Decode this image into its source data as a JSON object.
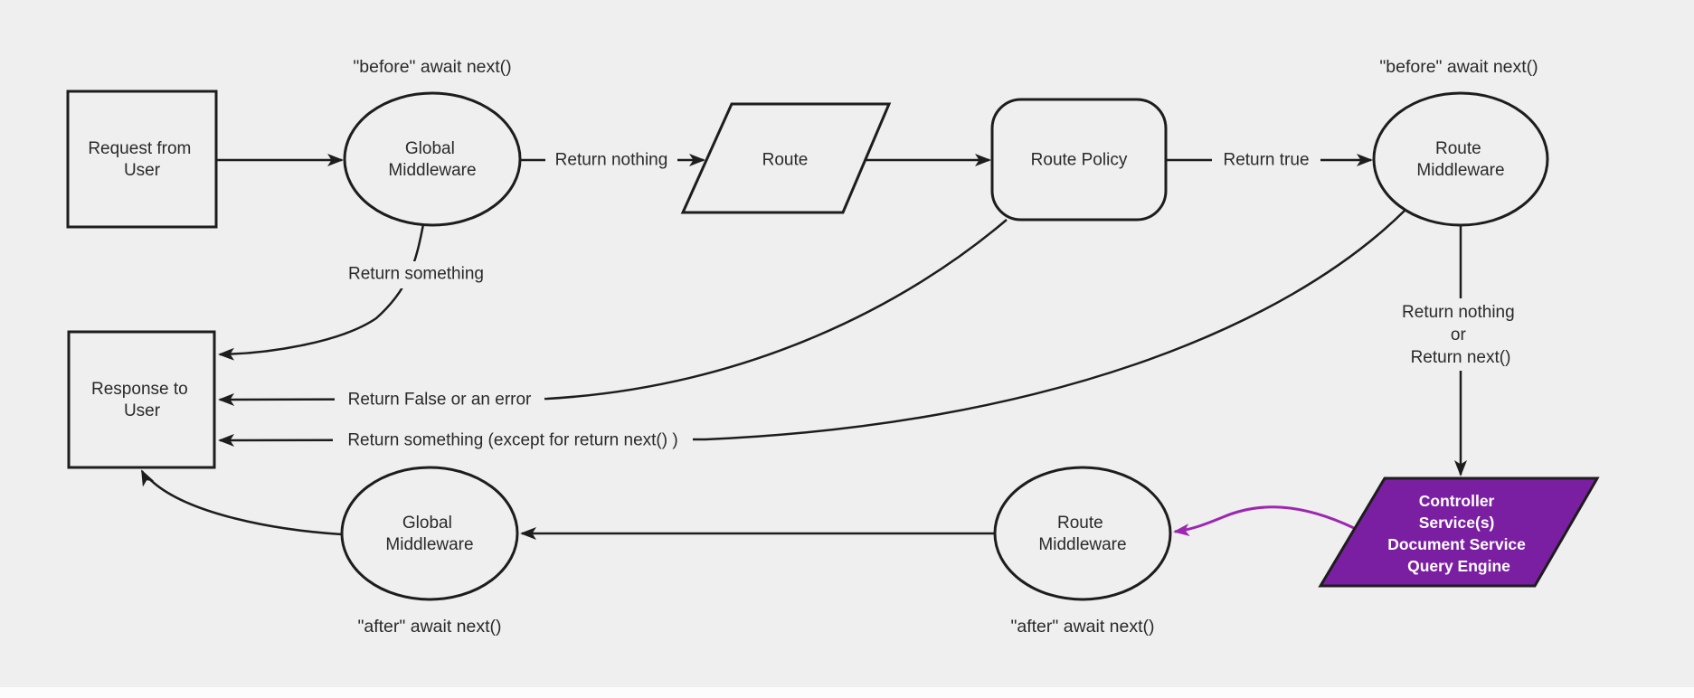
{
  "diagram_title": "Request middleware lifecycle flowchart",
  "colors": {
    "bg": "#efefef",
    "stroke": "#1d1d1d",
    "text": "#2a2a2a",
    "purple-fill": "#7b1fa2",
    "purple-arrow": "#9c27b0",
    "text-light": "#ffffff"
  },
  "nodes": {
    "request": {
      "line1": "Request from",
      "line2": "User"
    },
    "global_middleware_top": {
      "line1": "Global",
      "line2": "Middleware"
    },
    "route": {
      "label": "Route"
    },
    "route_policy": {
      "label": "Route Policy"
    },
    "route_middleware_top": {
      "line1": "Route",
      "line2": "Middleware"
    },
    "response": {
      "line1": "Response to",
      "line2": "User"
    },
    "global_middleware_bottom": {
      "line1": "Global",
      "line2": "Middleware"
    },
    "route_middleware_bottom": {
      "line1": "Route",
      "line2": "Middleware"
    },
    "controller": {
      "line1": "Controller",
      "line2": "Service(s)",
      "line3": "Document Service",
      "line4": "Query Engine"
    }
  },
  "annotations": {
    "before_await_global": "\"before\" await next()",
    "before_await_route": "\"before\" await next()",
    "after_await_global": "\"after\" await next()",
    "after_await_route": "\"after\" await next()"
  },
  "edge_labels": {
    "return_nothing": "Return nothing",
    "return_true": "Return true",
    "return_something": "Return something",
    "return_false_or_error": "Return False or an error",
    "return_something_except": "Return something (except for return next() )",
    "return_nothing_or_line1": "Return nothing",
    "return_nothing_or_line2": "or",
    "return_nothing_or_line3": "Return next()"
  }
}
